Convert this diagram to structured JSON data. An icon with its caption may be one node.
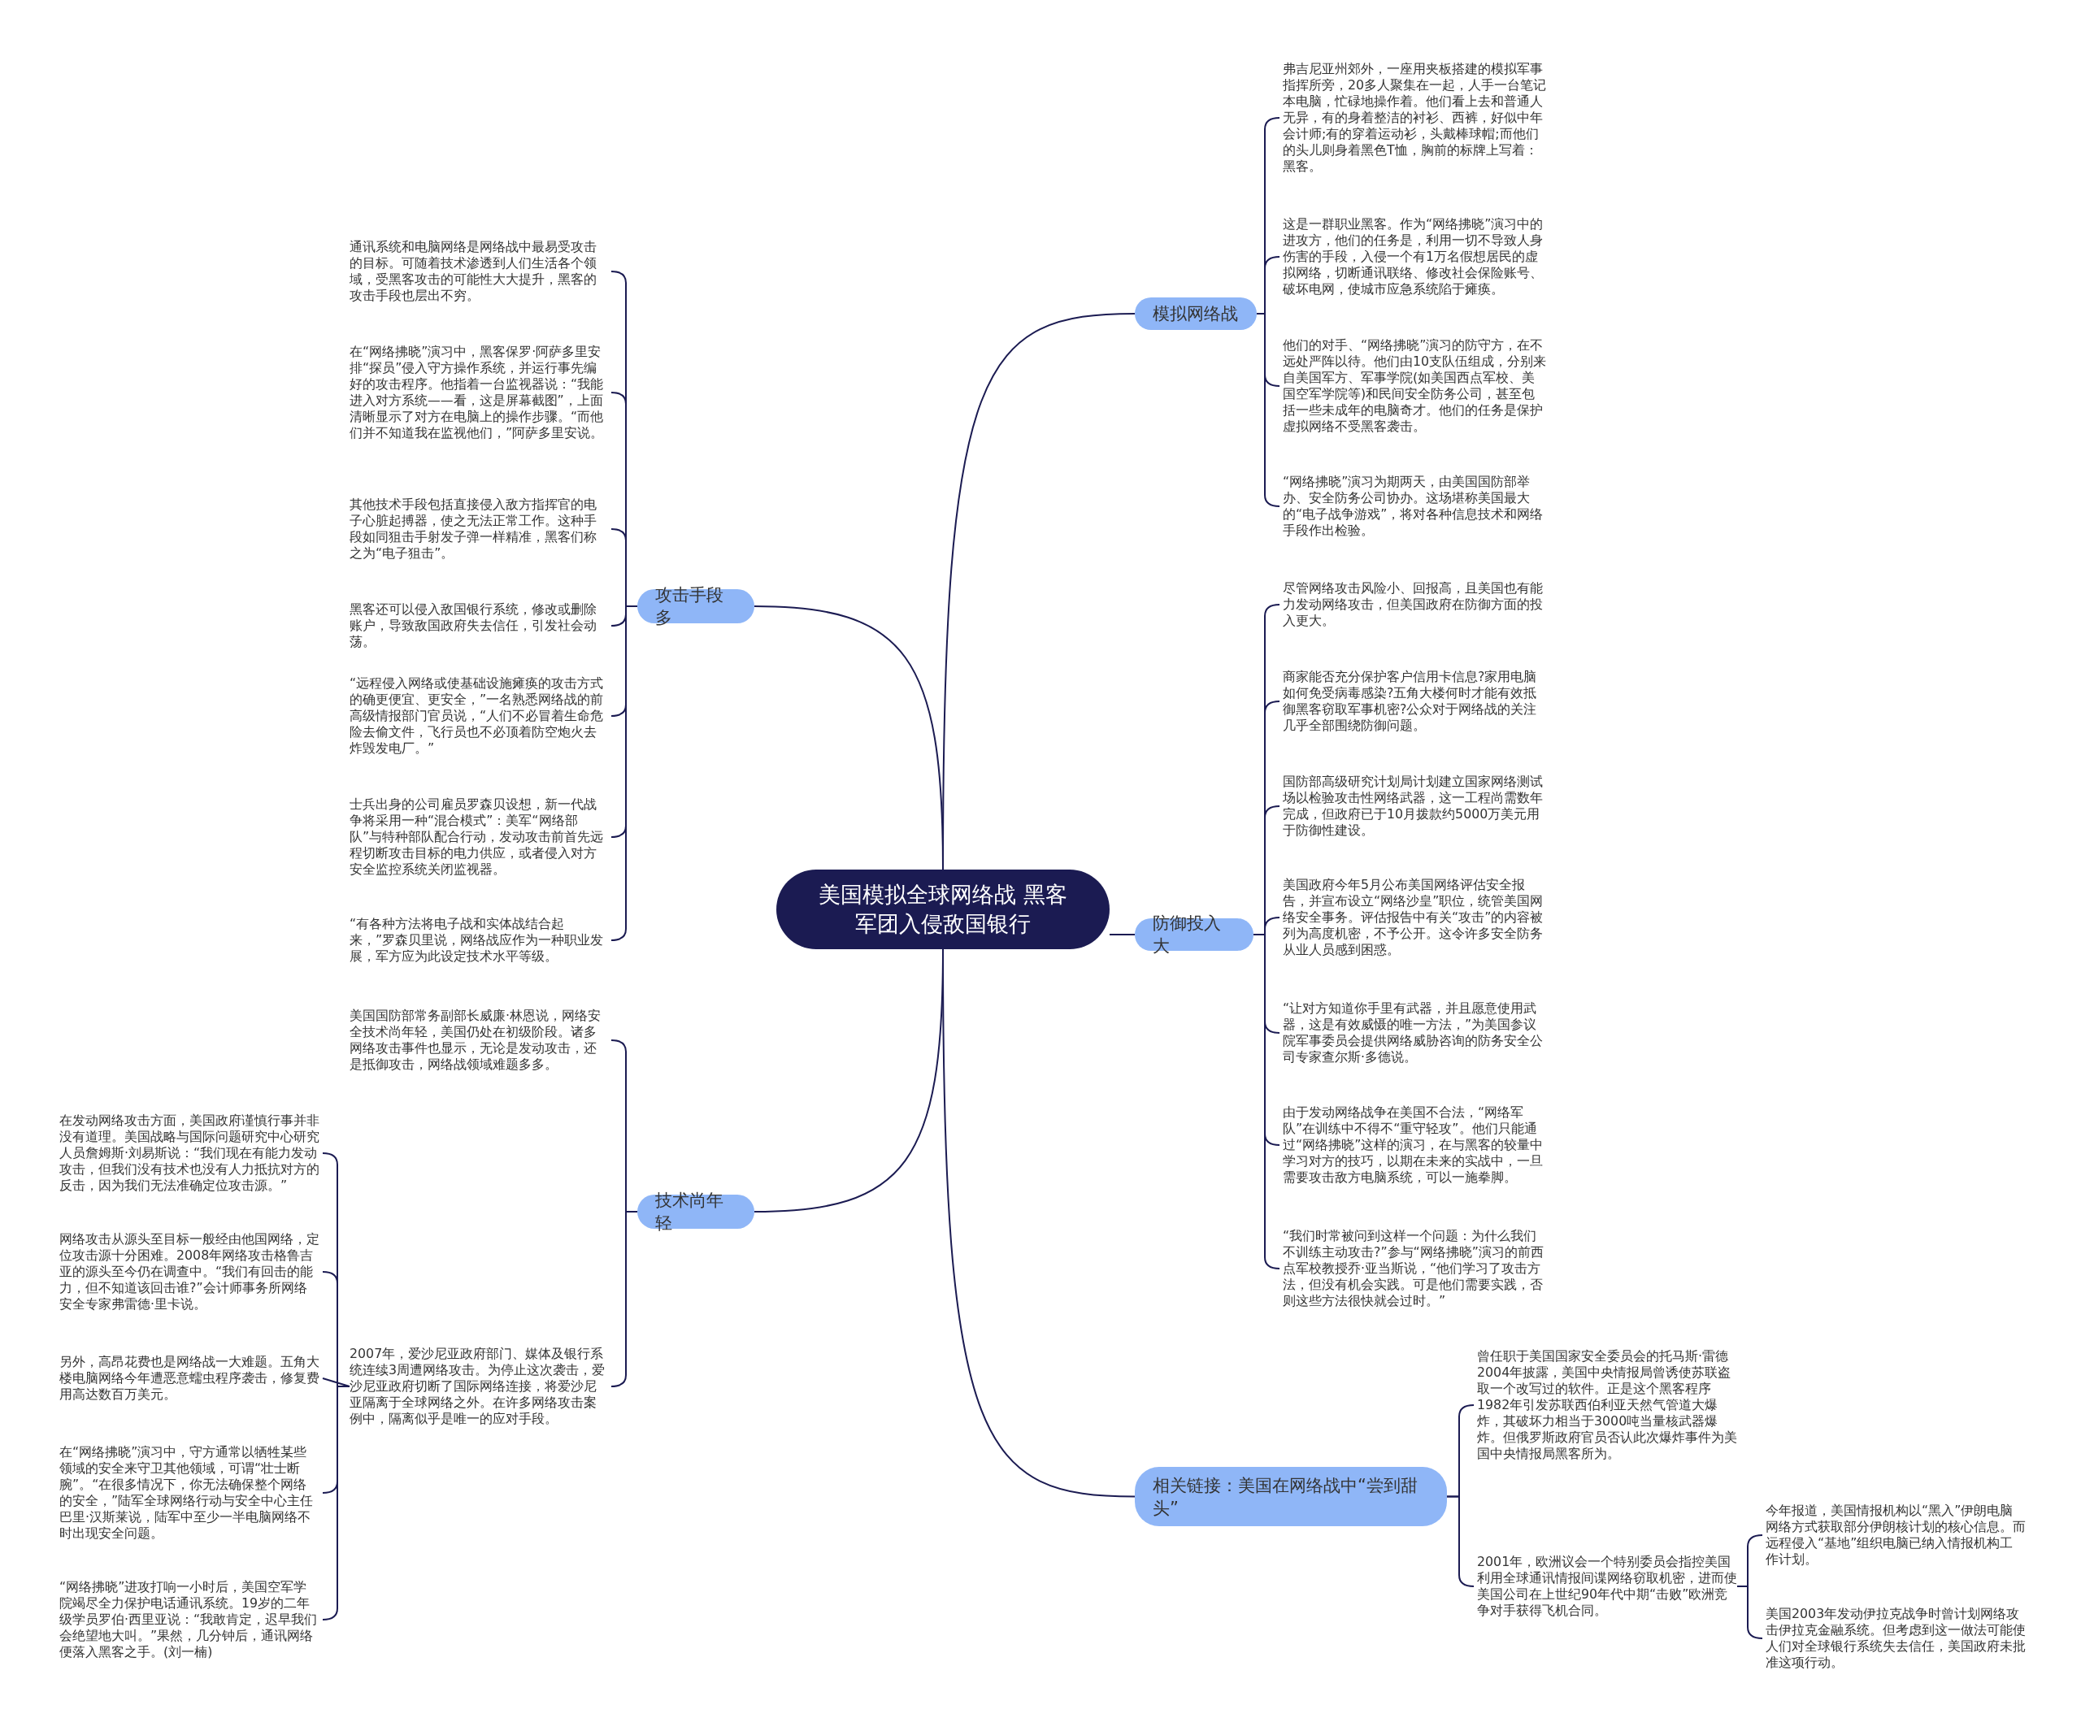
{
  "diagram": {
    "nodes": [
      {
        "text": [
          "美国模拟全球网络战 黑客军团入侵敌国银行"
        ]
      },
      {
        "text": [
          "模拟网络战"
        ]
      },
      {
        "text": [
          "弗吉尼亚州郊外，一座用夹板搭建的模拟军事指挥所旁，20多人聚集在一起，人手一台笔记本电脑，忙碌地操作着。他们看上去和普通人无异，有的身着整洁的衬衫、西裤，好似中年会计师;有的穿着运动衫，头戴棒球帽;而他们的头儿则身着黑色T恤，胸前的标牌上写着：黑客。"
        ]
      },
      {
        "text": [
          "这是一群职业黑客。作为“网络拂晓”演习中的进攻方，他们的任务是，利用一切不导致人身伤害的手段，入侵一个有1万名假想居民的虚拟网络，切断通讯联络、修改社会保险账号、破坏电网，使城市应急系统陷于瘫痪。"
        ]
      },
      {
        "text": [
          "他们的对手、“网络拂晓”演习的防守方，在不远处严阵以待。他们由10支队伍组成，分别来自美国军方、军事学院(如美国西点军校、美国空军学院等)和民间安全防务公司，甚至包括一些未成年的电脑奇才。他们的任务是保护虚拟网络不受黑客袭击。"
        ]
      },
      {
        "text": [
          "“网络拂晓”演习为期两天，由美国国防部举办、安全防务公司协办。这场堪称美国最大的“电子战争游戏”，将对各种信息技术和网络手段作出检验。"
        ]
      },
      {
        "text": [
          "攻击手段多"
        ]
      },
      {
        "text": [
          "通讯系统和电脑网络是网络战中最易受攻击的目标。可随着技术渗透到人们生活各个领域，受黑客攻击的可能性大大提升，黑客的攻击手段也层出不穷。"
        ]
      },
      {
        "text": [
          "在“网络拂晓”演习中，黑客保罗·阿萨多里安排“探员”侵入守方操作系统，并运行事先编好的攻击程序。他指着一台监视器说：“我能进入对方系统——看，这是屏幕截图”，上面清晰显示了对方在电脑上的操作步骤。“而他们并不知道我在监视他们，”阿萨多里安说。"
        ]
      },
      {
        "text": [
          "其他技术手段包括直接侵入敌方指挥官的电子心脏起搏器，使之无法正常工作。这种手段如同狙击手射发子弹一样精准，黑客们称之为“电子狙击”。"
        ]
      },
      {
        "text": [
          "黑客还可以侵入敌国银行系统，修改或删除账户，导致敌国政府失去信任，引发社会动荡。"
        ]
      },
      {
        "text": [
          "“远程侵入网络或使基础设施瘫痪的攻击方式的确更便宜、更安全，”一名熟悉网络战的前高级情报部门官员说，“人们不必冒着生命危险去偷文件，飞行员也不必顶着防空炮火去炸毁发电厂。”"
        ]
      },
      {
        "text": [
          "士兵出身的公司雇员罗森贝设想，新一代战争将采用一种“混合模式”：美军“网络部队”与特种部队配合行动，发动攻击前首先远程切断攻击目标的电力供应，或者侵入对方安全监控系统关闭监视器。"
        ]
      },
      {
        "text": [
          "“有各种方法将电子战和实体战结合起来，”罗森贝里说，网络战应作为一种职业发展，军方应为此设定技术水平等级。"
        ]
      },
      {
        "text": [
          "防御投入大"
        ]
      },
      {
        "text": [
          "尽管网络攻击风险小、回报高，且美国也有能力发动网络攻击，但美国政府在防御方面的投入更大。"
        ]
      },
      {
        "text": [
          "商家能否充分保护客户信用卡信息?家用电脑如何免受病毒感染?五角大楼何时才能有效抵御黑客窃取军事机密?公众对于网络战的关注几乎全部围绕防御问题。"
        ]
      },
      {
        "text": [
          "国防部高级研究计划局计划建立国家网络测试场以检验攻击性网络武器，这一工程尚需数年完成，但政府已于10月拨款约5000万美元用于防御性建设。"
        ]
      },
      {
        "text": [
          "美国政府今年5月公布美国网络评估安全报告，并宣布设立“网络沙皇”职位，统管美国网络安全事务。评估报告中有关“攻击”的内容被列为高度机密，不予公开。这令许多安全防务从业人员感到困惑。"
        ]
      },
      {
        "text": [
          "“让对方知道你手里有武器，并且愿意使用武器，这是有效威慑的唯一方法，”为美国参议院军事委员会提供网络威胁咨询的防务安全公司专家查尔斯·多德说。"
        ]
      },
      {
        "text": [
          "由于发动网络战争在美国不合法，“网络军队”在训练中不得不“重守轻攻”。他们只能通过“网络拂晓”这样的演习，在与黑客的较量中学习对方的技巧，以期在未来的实战中，一旦需要攻击敌方电脑系统，可以一施拳脚。"
        ]
      },
      {
        "text": [
          "“我们时常被问到这样一个问题：为什么我们不训练主动攻击?”参与“网络拂晓”演习的前西点军校教授乔·亚当斯说，“他们学习了攻击方法，但没有机会实践。可是他们需要实践，否则这些方法很快就会过时。”"
        ]
      },
      {
        "text": [
          "技术尚年轻"
        ]
      },
      {
        "text": [
          "美国国防部常务副部长威廉·林恩说，网络安全技术尚年轻，美国仍处在初级阶段。诸多网络攻击事件也显示，无论是发动攻击，还是抵御攻击，网络战领域难题多多。"
        ]
      },
      {
        "text": [
          "2007年，爱沙尼亚政府部门、媒体及银行系统连续3周遭网络攻击。为停止这次袭击，爱沙尼亚政府切断了国际网络连接，将爱沙尼亚隔离于全球网络之外。在许多网络攻击案例中，隔离似乎是唯一的应对手段。"
        ]
      },
      {
        "text": [
          "在发动网络攻击方面，美国政府谨慎行事并非没有道理。美国战略与国际问题研究中心研究人员詹姆斯·刘易斯说：“我们现在有能力发动攻击，但我们没有技术也没有人力抵抗对方的反击，因为我们无法准确定位攻击源。”"
        ]
      },
      {
        "text": [
          "网络攻击从源头至目标一般经由他国网络，定位攻击源十分困难。2008年网络攻击格鲁吉亚的源头至今仍在调查中。“我们有回击的能力，但不知道该回击谁?”会计师事务所网络安全专家弗雷德·里卡说。"
        ]
      },
      {
        "text": [
          "另外，高昂花费也是网络战一大难题。五角大楼电脑网络今年遭恶意蠕虫程序袭击，修复费用高达数百万美元。"
        ]
      },
      {
        "text": [
          "在“网络拂晓”演习中，守方通常以牺牲某些领域的安全来守卫其他领域，可谓“壮士断腕”。“在很多情况下，你无法确保整个网络的安全，”陆军全球网络行动与安全中心主任巴里·汉斯莱说，陆军中至少一半电脑网络不时出现安全问题。"
        ]
      },
      {
        "text": [
          "“网络拂晓”进攻打响一小时后，美国空军学院竭尽全力保护电话通讯系统。19岁的二年级学员罗伯·西里亚说：“我敢肯定，迟早我们会绝望地大叫。”果然，几分钟后，通讯网络便落入黑客之手。(刘一楠)"
        ]
      },
      {
        "text": [
          "相关链接：美国在网络战中“尝到甜头”"
        ]
      },
      {
        "text": [
          "曾任职于美国国家安全委员会的托马斯·雷德2004年披露，美国中央情报局曾诱使苏联盗取一个改写过的软件。正是这个黑客程序1982年引发苏联西伯利亚天然气管道大爆炸，其破坏力相当于3000吨当量核武器爆炸。但俄罗斯政府官员否认此次爆炸事件为美国中央情报局黑客所为。"
        ]
      },
      {
        "text": [
          "2001年，欧洲议会一个特别委员会指控美国利用全球通讯情报间谍网络窃取机密，进而使美国公司在上世纪90年代中期“击败”欧洲竞争对手获得飞机合同。"
        ]
      },
      {
        "text": [
          "今年报道，美国情报机构以“黑入”伊朗电脑网络方式获取部分伊朗核计划的核心信息。而远程侵入“基地”组织电脑已纳入情报机构工作计划。"
        ]
      },
      {
        "text": [
          "美国2003年发动伊拉克战争时曾计划网络攻击伊拉克金融系统。但考虑到这一做法可能使人们对全球银行系统失去信任，美国政府未批准这项行动。"
        ]
      }
    ],
    "edges": [
      {
        "from": 0,
        "to": 1,
        "arrow": "none"
      },
      {
        "from": 1,
        "to": 2,
        "arrow": "none"
      },
      {
        "from": 1,
        "to": 3,
        "arrow": "none"
      },
      {
        "from": 1,
        "to": 4,
        "arrow": "none"
      },
      {
        "from": 1,
        "to": 5,
        "arrow": "none"
      },
      {
        "from": 0,
        "to": 6,
        "arrow": "none"
      },
      {
        "from": 6,
        "to": 7,
        "arrow": "none"
      },
      {
        "from": 6,
        "to": 8,
        "arrow": "none"
      },
      {
        "from": 6,
        "to": 9,
        "arrow": "none"
      },
      {
        "from": 6,
        "to": 10,
        "arrow": "none"
      },
      {
        "from": 6,
        "to": 11,
        "arrow": "none"
      },
      {
        "from": 6,
        "to": 12,
        "arrow": "none"
      },
      {
        "from": 6,
        "to": 13,
        "arrow": "none"
      },
      {
        "from": 0,
        "to": 14,
        "arrow": "none"
      },
      {
        "from": 14,
        "to": 15,
        "arrow": "none"
      },
      {
        "from": 14,
        "to": 16,
        "arrow": "none"
      },
      {
        "from": 14,
        "to": 17,
        "arrow": "none"
      },
      {
        "from": 14,
        "to": 18,
        "arrow": "none"
      },
      {
        "from": 14,
        "to": 19,
        "arrow": "none"
      },
      {
        "from": 14,
        "to": 20,
        "arrow": "none"
      },
      {
        "from": 14,
        "to": 21,
        "arrow": "none"
      },
      {
        "from": 0,
        "to": 22,
        "arrow": "none"
      },
      {
        "from": 22,
        "to": 23,
        "arrow": "none"
      },
      {
        "from": 22,
        "to": 24,
        "arrow": "none"
      },
      {
        "from": 24,
        "to": 25,
        "arrow": "none"
      },
      {
        "from": 24,
        "to": 26,
        "arrow": "none"
      },
      {
        "from": 24,
        "to": 27,
        "arrow": "none"
      },
      {
        "from": 24,
        "to": 28,
        "arrow": "none"
      },
      {
        "from": 24,
        "to": 29,
        "arrow": "none"
      },
      {
        "from": 0,
        "to": 30,
        "arrow": "none"
      },
      {
        "from": 30,
        "to": 31,
        "arrow": "none"
      },
      {
        "from": 30,
        "to": 32,
        "arrow": "none"
      },
      {
        "from": 32,
        "to": 33,
        "arrow": "none"
      },
      {
        "from": 32,
        "to": 34,
        "arrow": "none"
      }
    ]
  }
}
